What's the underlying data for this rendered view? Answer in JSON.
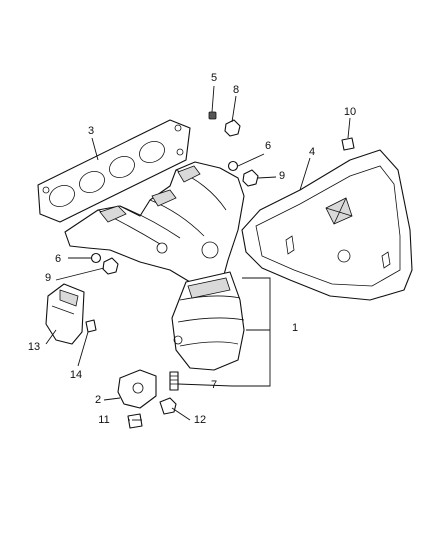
{
  "diagram": {
    "callouts": [
      {
        "id": "c1",
        "label": "1"
      },
      {
        "id": "c2",
        "label": "2"
      },
      {
        "id": "c3",
        "label": "3"
      },
      {
        "id": "c4",
        "label": "4"
      },
      {
        "id": "c5",
        "label": "5"
      },
      {
        "id": "c6a",
        "label": "6"
      },
      {
        "id": "c6b",
        "label": "6"
      },
      {
        "id": "c7",
        "label": "7"
      },
      {
        "id": "c8",
        "label": "8"
      },
      {
        "id": "c9a",
        "label": "9"
      },
      {
        "id": "c9b",
        "label": "9"
      },
      {
        "id": "c10",
        "label": "10"
      },
      {
        "id": "c11",
        "label": "11"
      },
      {
        "id": "c12",
        "label": "12"
      },
      {
        "id": "c13",
        "label": "13"
      },
      {
        "id": "c14",
        "label": "14"
      }
    ],
    "colors": {
      "line": "#111111",
      "shading": "#d9d9d9",
      "background": "#ffffff"
    }
  }
}
